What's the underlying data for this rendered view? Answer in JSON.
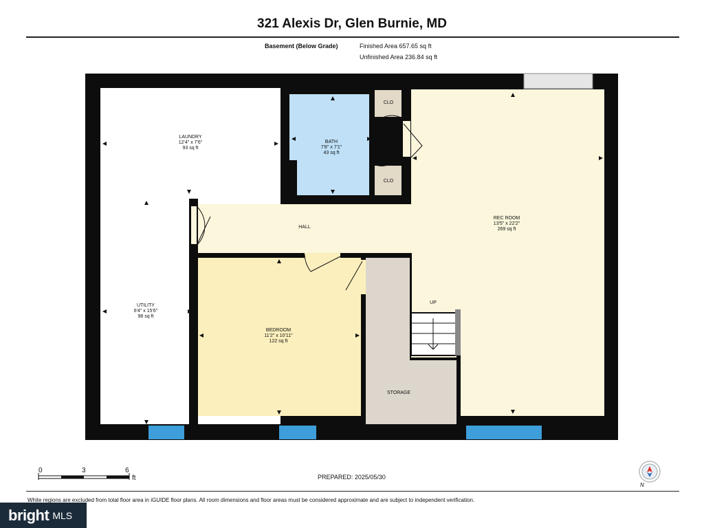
{
  "header": {
    "address": "321 Alexis Dr, Glen Burnie, MD",
    "level_label": "Basement (Below Grade)",
    "finished_area": "Finished Area 657.65 sq ft",
    "unfinished_area": "Unfinished Area 236.84 sq ft"
  },
  "rooms": {
    "laundry": {
      "name": "LAUNDRY",
      "dims": "12'4\" x 7'6\"",
      "area": "93 sq ft"
    },
    "bath": {
      "name": "BATH",
      "dims": "7'8\" x 7'1\"",
      "area": "43 sq ft"
    },
    "clo1": {
      "name": "CLO"
    },
    "clo2": {
      "name": "CLO"
    },
    "rec": {
      "name": "REC ROOM",
      "dims": "13'5\" x 22'2\"",
      "area": "269 sq ft"
    },
    "hall": {
      "name": "HALL"
    },
    "utility": {
      "name": "UTILITY",
      "dims": "6'4\" x 15'6\"",
      "area": "98 sq ft"
    },
    "bedroom": {
      "name": "BEDROOM",
      "dims": "11'2\" x 10'11\"",
      "area": "122 sq ft"
    },
    "storage": {
      "name": "STORAGE"
    },
    "up": {
      "name": "UP"
    }
  },
  "scale": {
    "ticks": [
      "0",
      "3",
      "6"
    ],
    "unit": "ft"
  },
  "footer": {
    "prepared": "PREPARED: 2025/05/30",
    "disclaimer": "White regions are excluded from total floor area in iGUIDE floor plans. All room dimensions and floor areas must be considered approximate and are subject to independent verification.",
    "compass_label": "N"
  },
  "logo": {
    "brand": "bright",
    "suffix": "MLS"
  },
  "colors": {
    "wall": "#0d0d0d",
    "bath": "#bfe0f7",
    "hall_rec": "#fbf6dc",
    "bedroom": "#fbefbd",
    "closet": "#e2d9c7",
    "storage": "#dcd6cc",
    "window": "#3d9ed9"
  }
}
